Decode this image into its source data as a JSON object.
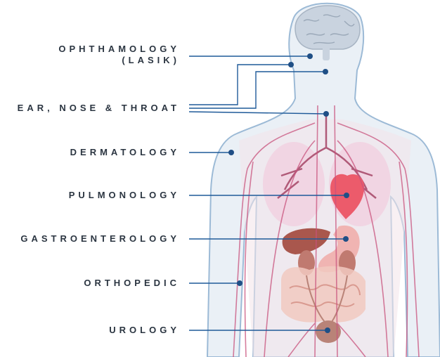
{
  "colors": {
    "leader_line": "#1f5a99",
    "label_text": "#2b3541",
    "skin_outline": "#9cbad6",
    "vessels": "#c8517c",
    "organ_red": "#ec5b6b",
    "organ_tan": "#d7a196",
    "brain": "#c9d3df"
  },
  "labels": [
    {
      "id": "ophthamology",
      "lines": [
        "OPHTHAMOLOGY",
        "(LASIK)"
      ],
      "icon": "eye"
    },
    {
      "id": "ent",
      "lines": [
        "EAR, NOSE & THROAT"
      ],
      "icon": "ear-nose-throat"
    },
    {
      "id": "dermatology",
      "lines": [
        "DERMATOLOGY"
      ],
      "icon": "skin"
    },
    {
      "id": "pulmonology",
      "lines": [
        "PULMONOLOGY"
      ],
      "icon": "lungs-heart"
    },
    {
      "id": "gastroenterology",
      "lines": [
        "GASTROENTEROLOGY"
      ],
      "icon": "stomach"
    },
    {
      "id": "orthopedic",
      "lines": [
        "ORTHOPEDIC"
      ],
      "icon": "arm-bone"
    },
    {
      "id": "urology",
      "lines": [
        "UROLOGY"
      ],
      "icon": "bladder"
    }
  ]
}
